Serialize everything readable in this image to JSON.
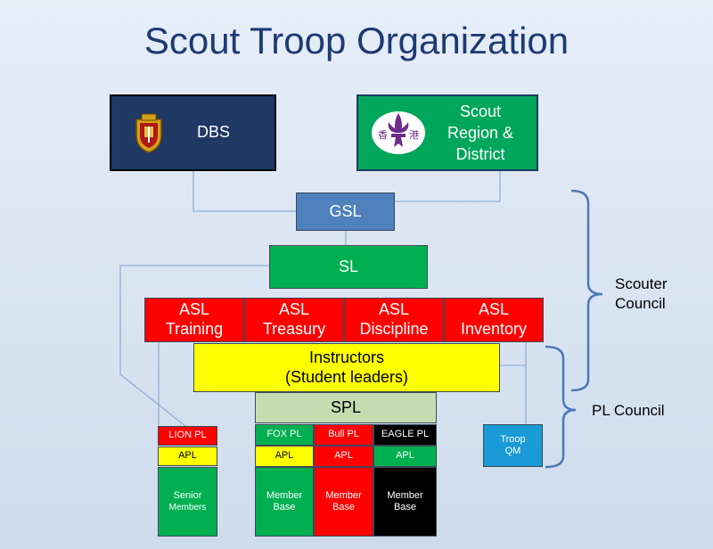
{
  "title": "Scout Troop Organization",
  "colors": {
    "title": "#1f3a73",
    "red": "#ff0000",
    "green": "#00b050",
    "yellow": "#ffff00",
    "navy": "#1f3864",
    "blue": "#4f81bd",
    "line": "#8fb1d6",
    "bracket": "#4a79b8"
  },
  "top": {
    "dbs": {
      "label": "DBS",
      "icon": "school-crest-icon"
    },
    "scout": {
      "line1": "Scout",
      "line2": "Region &",
      "line3": "District",
      "icon": "fleur-de-lis-icon",
      "emblem_chars": [
        "香",
        "港"
      ]
    }
  },
  "gsl": "GSL",
  "sl": "SL",
  "asl": [
    {
      "line1": "ASL",
      "line2": "Training"
    },
    {
      "line1": "ASL",
      "line2": "Treasury"
    },
    {
      "line1": "ASL",
      "line2": "Discipline"
    },
    {
      "line1": "ASL",
      "line2": "Inventory"
    }
  ],
  "instructors": {
    "line1": "Instructors",
    "line2": "(Student leaders)"
  },
  "spl": "SPL",
  "lion": {
    "pl": "LION PL",
    "apl": "APL",
    "members_line1": "Senior",
    "members_line2": "Members"
  },
  "patrols": [
    {
      "pl": "FOX PL",
      "apl": "APL",
      "base_line1": "Member",
      "base_line2": "Base"
    },
    {
      "pl": "Bull PL",
      "apl": "APL",
      "base_line1": "Member",
      "base_line2": "Base"
    },
    {
      "pl": "EAGLE PL",
      "apl": "APL",
      "base_line1": "Member",
      "base_line2": "Base"
    }
  ],
  "troop_qm": {
    "line1": "Troop",
    "line2": "QM"
  },
  "councils": {
    "scouter": {
      "line1": "Scouter",
      "line2": "Council"
    },
    "pl": "PL Council"
  }
}
